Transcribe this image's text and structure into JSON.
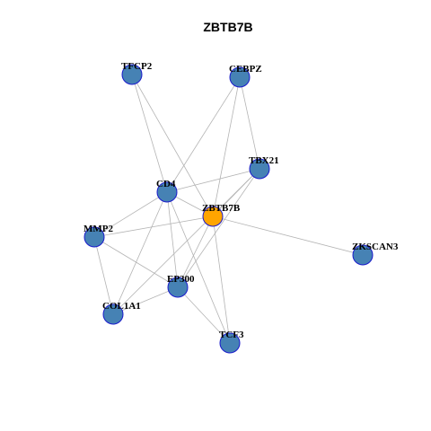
{
  "title": "ZBTB7B",
  "colors": {
    "center_node": "#ffa500",
    "other_node": "#4682b4",
    "node_border": "#1a1acc",
    "edge": "#b4b4b4"
  },
  "nodes": [
    {
      "id": "TFCP2",
      "label": "TFCP2"
    },
    {
      "id": "CEBPZ",
      "label": "CEBPZ"
    },
    {
      "id": "TBX21",
      "label": "TBX21"
    },
    {
      "id": "CD4",
      "label": "CD4"
    },
    {
      "id": "ZBTB7B",
      "label": "ZBTB7B",
      "center": true
    },
    {
      "id": "MMP2",
      "label": "MMP2"
    },
    {
      "id": "ZKSCAN3",
      "label": "ZKSCAN3"
    },
    {
      "id": "EP300",
      "label": "EP300"
    },
    {
      "id": "COL1A1",
      "label": "COL1A1"
    },
    {
      "id": "TCF3",
      "label": "TCF3"
    }
  ],
  "edges": [
    [
      "TFCP2",
      "CD4"
    ],
    [
      "TFCP2",
      "ZBTB7B"
    ],
    [
      "CEBPZ",
      "CD4"
    ],
    [
      "CEBPZ",
      "ZBTB7B"
    ],
    [
      "CEBPZ",
      "TBX21"
    ],
    [
      "TBX21",
      "CD4"
    ],
    [
      "TBX21",
      "ZBTB7B"
    ],
    [
      "TBX21",
      "EP300"
    ],
    [
      "TBX21",
      "COL1A1"
    ],
    [
      "CD4",
      "ZBTB7B"
    ],
    [
      "CD4",
      "MMP2"
    ],
    [
      "CD4",
      "EP300"
    ],
    [
      "CD4",
      "COL1A1"
    ],
    [
      "CD4",
      "TCF3"
    ],
    [
      "ZBTB7B",
      "MMP2"
    ],
    [
      "ZBTB7B",
      "ZKSCAN3"
    ],
    [
      "ZBTB7B",
      "EP300"
    ],
    [
      "ZBTB7B",
      "TCF3"
    ],
    [
      "MMP2",
      "COL1A1"
    ],
    [
      "MMP2",
      "EP300"
    ],
    [
      "EP300",
      "COL1A1"
    ],
    [
      "EP300",
      "TCF3"
    ]
  ]
}
